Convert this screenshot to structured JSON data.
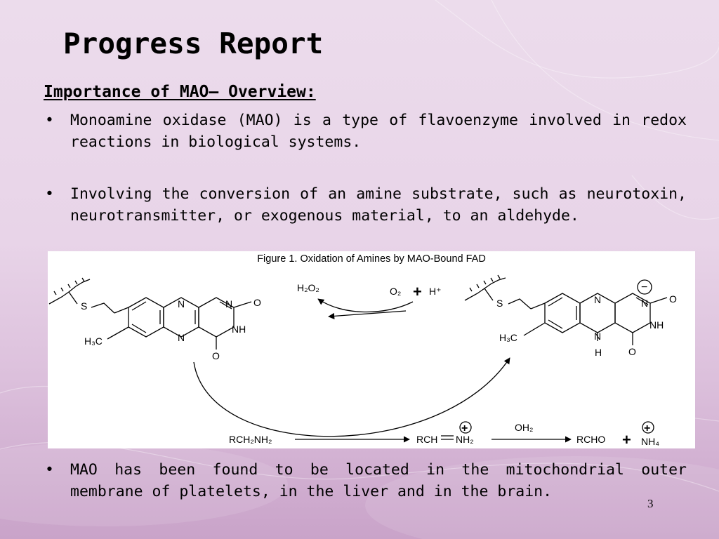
{
  "slide": {
    "title": "Progress Report",
    "section_heading": "Importance of MAO– Overview:",
    "page_number": "3"
  },
  "bullets": [
    {
      "marker": "•",
      "text": "Monoamine oxidase (MAO) is a type of flavoenzyme involved in redox reactions in biological systems."
    },
    {
      "marker": "•",
      "text": "Involving the conversion of an amine substrate, such as neurotoxin, neurotransmitter, or exogenous material, to an aldehyde."
    },
    {
      "marker": "•",
      "text": "MAO has been found to be located in the mitochondrial outer membrane of platelets, in the liver and in the brain."
    }
  ],
  "figure": {
    "caption": "Figure 1.  Oxidation of Amines by MAO-Bound FAD",
    "left_structure": {
      "S": "S",
      "CH3": "H₃C",
      "N1": "N",
      "N2": "N",
      "N3": "N",
      "O_top": "O",
      "NH": "NH",
      "O_bottom": "O"
    },
    "right_structure": {
      "S": "S",
      "CH3": "H₃C",
      "N1": "N",
      "N2": "N",
      "N_minus": "N",
      "charge_minus": "−",
      "O_top": "O",
      "NH": "NH",
      "NH_bottom": "N",
      "H_bottom": "H",
      "O_bottom": "O"
    },
    "reagents": {
      "h2o2": "H₂O₂",
      "o2": "O₂",
      "plus": "+",
      "h_plus": "H⁺"
    },
    "reaction": {
      "substrate": "RCH₂NH₂",
      "imine": "RCH",
      "imine_double": "=",
      "imine_n": "NH₂",
      "imine_charge": "+",
      "water": "OH₂",
      "aldehyde": "RCHO",
      "plus": "+",
      "ammonium": "NH₄",
      "ammonium_charge": "+"
    }
  }
}
